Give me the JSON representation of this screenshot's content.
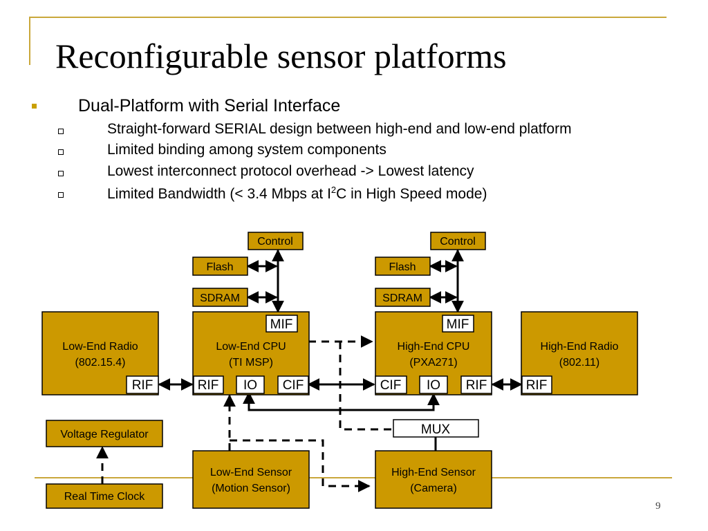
{
  "slide": {
    "title": "Reconfigurable sensor platforms",
    "bullet": "Dual-Platform with Serial Interface",
    "subbullets": [
      "Straight-forward SERIAL design between high-end and low-end platform",
      "Limited binding among system components",
      "Lowest interconnect protocol overhead -> Lowest latency"
    ],
    "bandwidth_pre": "Limited Bandwidth (< 3.4 Mbps at I",
    "bandwidth_sup": "2",
    "bandwidth_post": "C in High Speed mode)",
    "page_number": "9"
  },
  "diagram": {
    "control_left": "Control",
    "control_right": "Control",
    "flash_left": "Flash",
    "flash_right": "Flash",
    "sdram_left": "SDRAM",
    "sdram_right": "SDRAM",
    "low_radio": [
      "Low-End Radio",
      "(802.15.4)"
    ],
    "low_cpu": [
      "Low-End CPU",
      "(TI MSP)"
    ],
    "high_cpu": [
      "High-End CPU",
      "(PXA271)"
    ],
    "high_radio": [
      "High-End Radio",
      "(802.11)"
    ],
    "mif": "MIF",
    "rif": "RIF",
    "io": "IO",
    "cif": "CIF",
    "mux": "MUX",
    "voltage_regulator": "Voltage Regulator",
    "real_time_clock": "Real Time Clock",
    "low_sensor": [
      "Low-End Sensor",
      "(Motion Sensor)"
    ],
    "high_sensor": [
      "High-End Sensor",
      "(Camera)"
    ]
  },
  "colors": {
    "accent": "#c9a73a",
    "box_fill": "#cc9900",
    "bullet": "#c9a000"
  }
}
